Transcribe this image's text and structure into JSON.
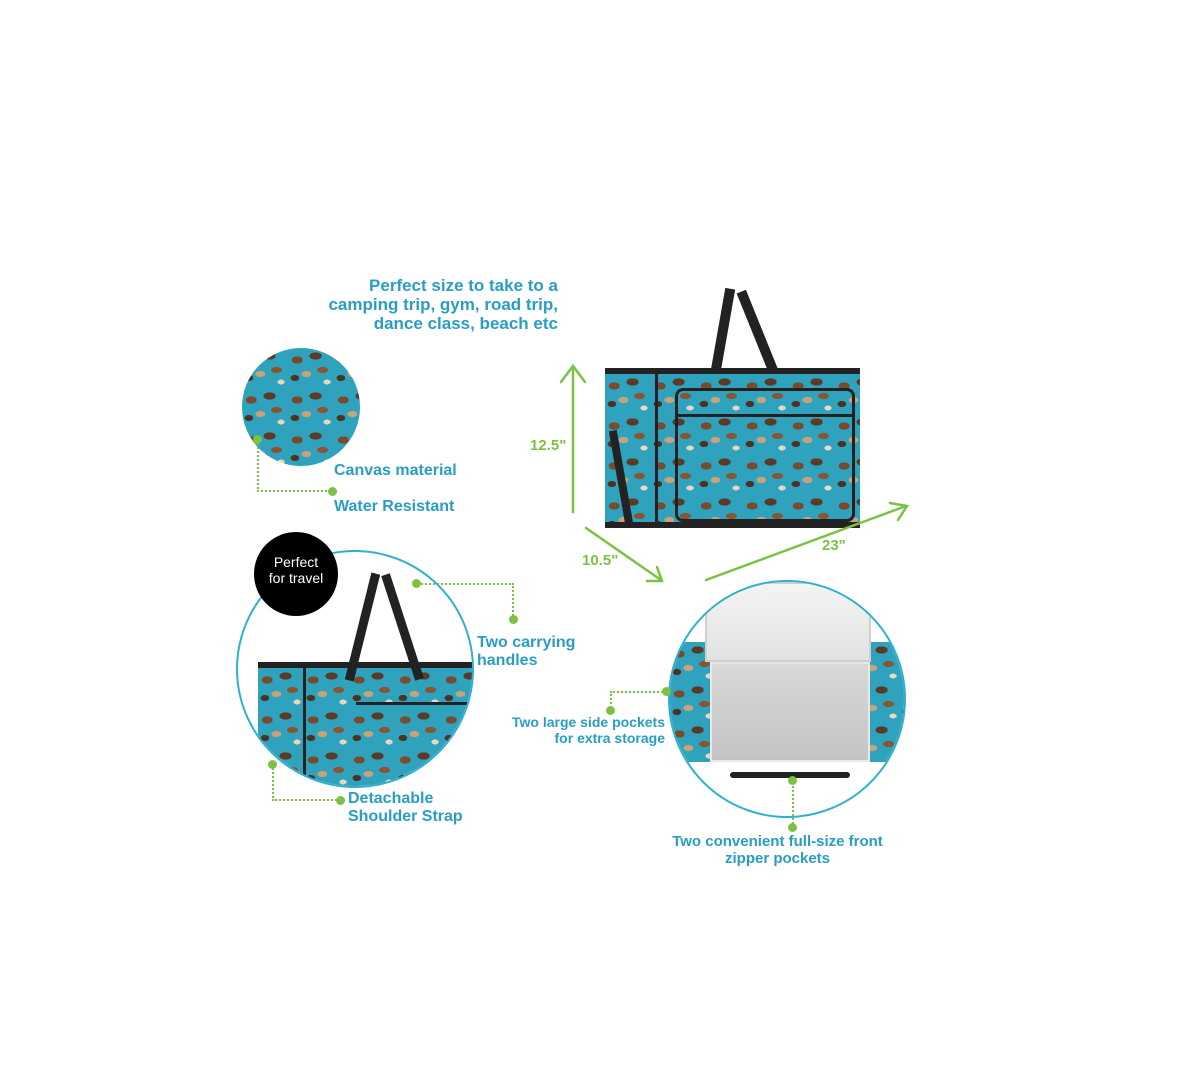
{
  "headline": {
    "line1": "Perfect size to take to a",
    "line2": "camping trip, gym, road trip,",
    "line3": "dance class, beach etc"
  },
  "material_callout": {
    "line1": "Canvas material",
    "line2": "Water Resistant"
  },
  "badge": {
    "line1": "Perfect",
    "line2": "for travel"
  },
  "handles_callout": {
    "line1": "Two carrying",
    "line2": "handles"
  },
  "strap_callout": {
    "line1": "Detachable",
    "line2": "Shoulder Strap"
  },
  "side_pockets_callout": {
    "line1": "Two large side pockets",
    "line2": "for extra storage"
  },
  "front_pockets_callout": {
    "line1": "Two convenient full-size front",
    "line2": "zipper pockets"
  },
  "dimensions": {
    "height": "12.5\"",
    "depth": "10.5\"",
    "width": "23\""
  },
  "colors": {
    "caption_blue": "#2a9dc4",
    "accent_green": "#7cc242",
    "fabric_turquoise": "#2fa2bd",
    "trim_black": "#222222",
    "badge_black": "#000000"
  }
}
